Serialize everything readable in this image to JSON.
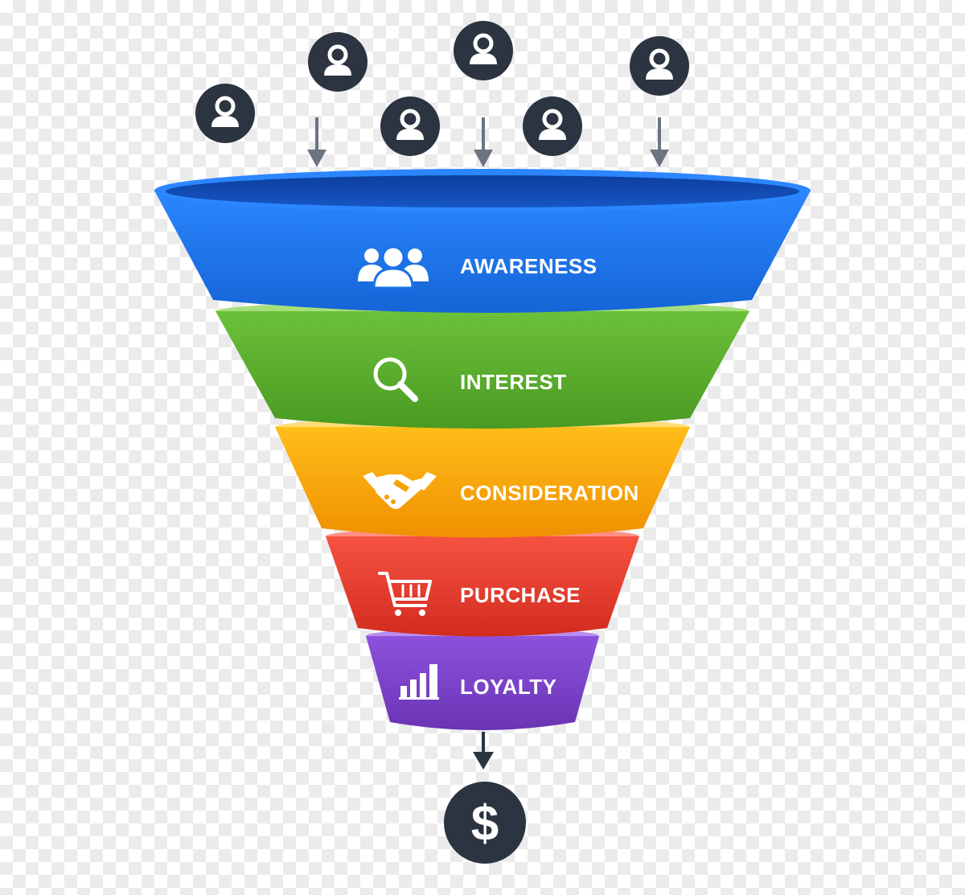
{
  "colors": {
    "dark_circle": "#2b3440",
    "arrow": "#6b7480",
    "awareness": "#1a73e8",
    "interest": "#56a82a",
    "consideration": "#f5a300",
    "purchase": "#e53a2c",
    "loyalty": "#7a40c8"
  },
  "customer_icons": [
    "person-icon",
    "person-icon",
    "person-icon",
    "person-icon",
    "person-icon",
    "person-icon"
  ],
  "stages": [
    {
      "label": "AWARENESS",
      "icon": "people-group-icon",
      "color": "#1a73e8"
    },
    {
      "label": "INTEREST",
      "icon": "magnifier-icon",
      "color": "#56a82a"
    },
    {
      "label": "CONSIDERATION",
      "icon": "handshake-icon",
      "color": "#f5a300"
    },
    {
      "label": "PURCHASE",
      "icon": "shopping-cart-icon",
      "color": "#e53a2c"
    },
    {
      "label": "LOYALTY",
      "icon": "bar-chart-icon",
      "color": "#7a40c8"
    }
  ],
  "output": {
    "glyph": "$",
    "icon": "dollar-icon"
  }
}
